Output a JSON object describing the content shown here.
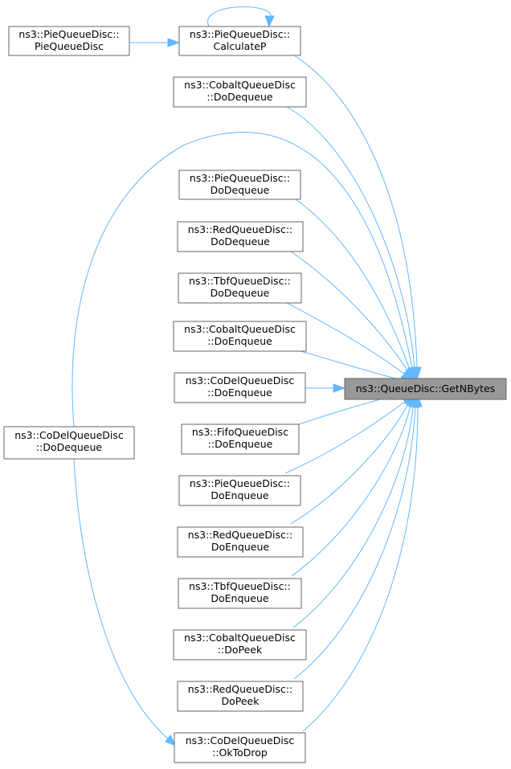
{
  "graph": {
    "edge_color": "#63b8ff",
    "target_fill": "#999999",
    "node_border": "#666666",
    "nodes": {
      "getnbytes": {
        "lines": [
          "ns3::QueueDisc::GetNBytes"
        ]
      },
      "pie_calculatep": {
        "lines": [
          "ns3::PieQueueDisc::",
          "CalculateP"
        ]
      },
      "pie_ctor": {
        "lines": [
          "ns3::PieQueueDisc::",
          "PieQueueDisc"
        ]
      },
      "cobalt_dodequeue": {
        "lines": [
          "ns3::CobaltQueueDisc",
          "::DoDequeue"
        ]
      },
      "pie_dodequeue": {
        "lines": [
          "ns3::PieQueueDisc::",
          "DoDequeue"
        ]
      },
      "red_dodequeue": {
        "lines": [
          "ns3::RedQueueDisc::",
          "DoDequeue"
        ]
      },
      "tbf_dodequeue": {
        "lines": [
          "ns3::TbfQueueDisc::",
          "DoDequeue"
        ]
      },
      "cobalt_doenqueue": {
        "lines": [
          "ns3::CobaltQueueDisc",
          "::DoEnqueue"
        ]
      },
      "codel_doenqueue": {
        "lines": [
          "ns3::CoDelQueueDisc",
          "::DoEnqueue"
        ]
      },
      "fifo_doenqueue": {
        "lines": [
          "ns3::FifoQueueDisc",
          "::DoEnqueue"
        ]
      },
      "pie_doenqueue": {
        "lines": [
          "ns3::PieQueueDisc::",
          "DoEnqueue"
        ]
      },
      "red_doenqueue": {
        "lines": [
          "ns3::RedQueueDisc::",
          "DoEnqueue"
        ]
      },
      "tbf_doenqueue": {
        "lines": [
          "ns3::TbfQueueDisc::",
          "DoEnqueue"
        ]
      },
      "cobalt_dopeek": {
        "lines": [
          "ns3::CobaltQueueDisc",
          "::DoPeek"
        ]
      },
      "red_dopeek": {
        "lines": [
          "ns3::RedQueueDisc::",
          "DoPeek"
        ]
      },
      "codel_oktodrop": {
        "lines": [
          "ns3::CoDelQueueDisc",
          "::OkToDrop"
        ]
      },
      "codel_dodequeue": {
        "lines": [
          "ns3::CoDelQueueDisc",
          "::DoDequeue"
        ]
      }
    },
    "edges": [
      {
        "from": "pie_calculatep",
        "to": "getnbytes"
      },
      {
        "from": "pie_calculatep",
        "to": "pie_calculatep"
      },
      {
        "from": "pie_ctor",
        "to": "pie_calculatep"
      },
      {
        "from": "cobalt_dodequeue",
        "to": "getnbytes"
      },
      {
        "from": "codel_dodequeue",
        "to": "getnbytes"
      },
      {
        "from": "pie_dodequeue",
        "to": "getnbytes"
      },
      {
        "from": "red_dodequeue",
        "to": "getnbytes"
      },
      {
        "from": "tbf_dodequeue",
        "to": "getnbytes"
      },
      {
        "from": "cobalt_doenqueue",
        "to": "getnbytes"
      },
      {
        "from": "codel_doenqueue",
        "to": "getnbytes"
      },
      {
        "from": "fifo_doenqueue",
        "to": "getnbytes"
      },
      {
        "from": "pie_doenqueue",
        "to": "getnbytes"
      },
      {
        "from": "red_doenqueue",
        "to": "getnbytes"
      },
      {
        "from": "tbf_doenqueue",
        "to": "getnbytes"
      },
      {
        "from": "cobalt_dopeek",
        "to": "getnbytes"
      },
      {
        "from": "red_dopeek",
        "to": "getnbytes"
      },
      {
        "from": "codel_oktodrop",
        "to": "getnbytes"
      },
      {
        "from": "codel_dodequeue",
        "to": "codel_oktodrop"
      }
    ]
  }
}
